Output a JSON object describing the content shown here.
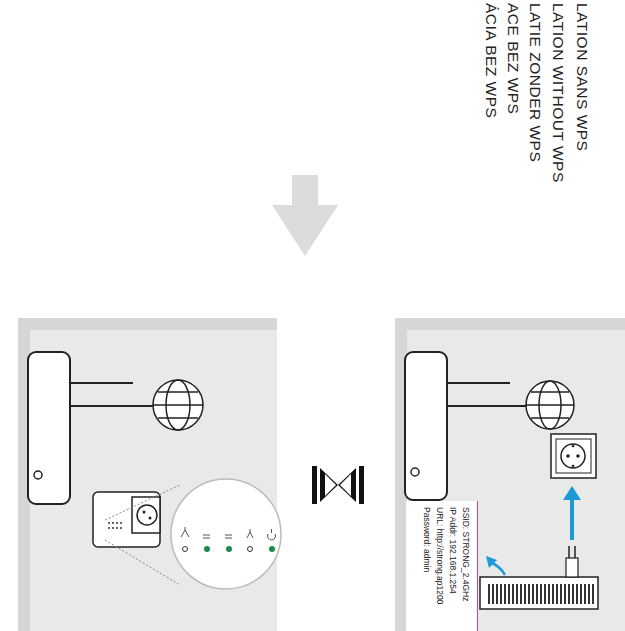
{
  "diagram": {
    "nodes": [
      {
        "text": [
          "SSID: STRONG_2.4GHz",
          "IP Addr: 192.168.1.254",
          "URL: http://strong.ap1200",
          "Password: admin"
        ]
      }
    ],
    "labels": [
      "LATION SANS WPS",
      "LATION WITHOUT WPS",
      "LATIE ZONDER WPS",
      "ACE BEZ WPS",
      "ÁCIA BEZ WPS"
    ]
  }
}
